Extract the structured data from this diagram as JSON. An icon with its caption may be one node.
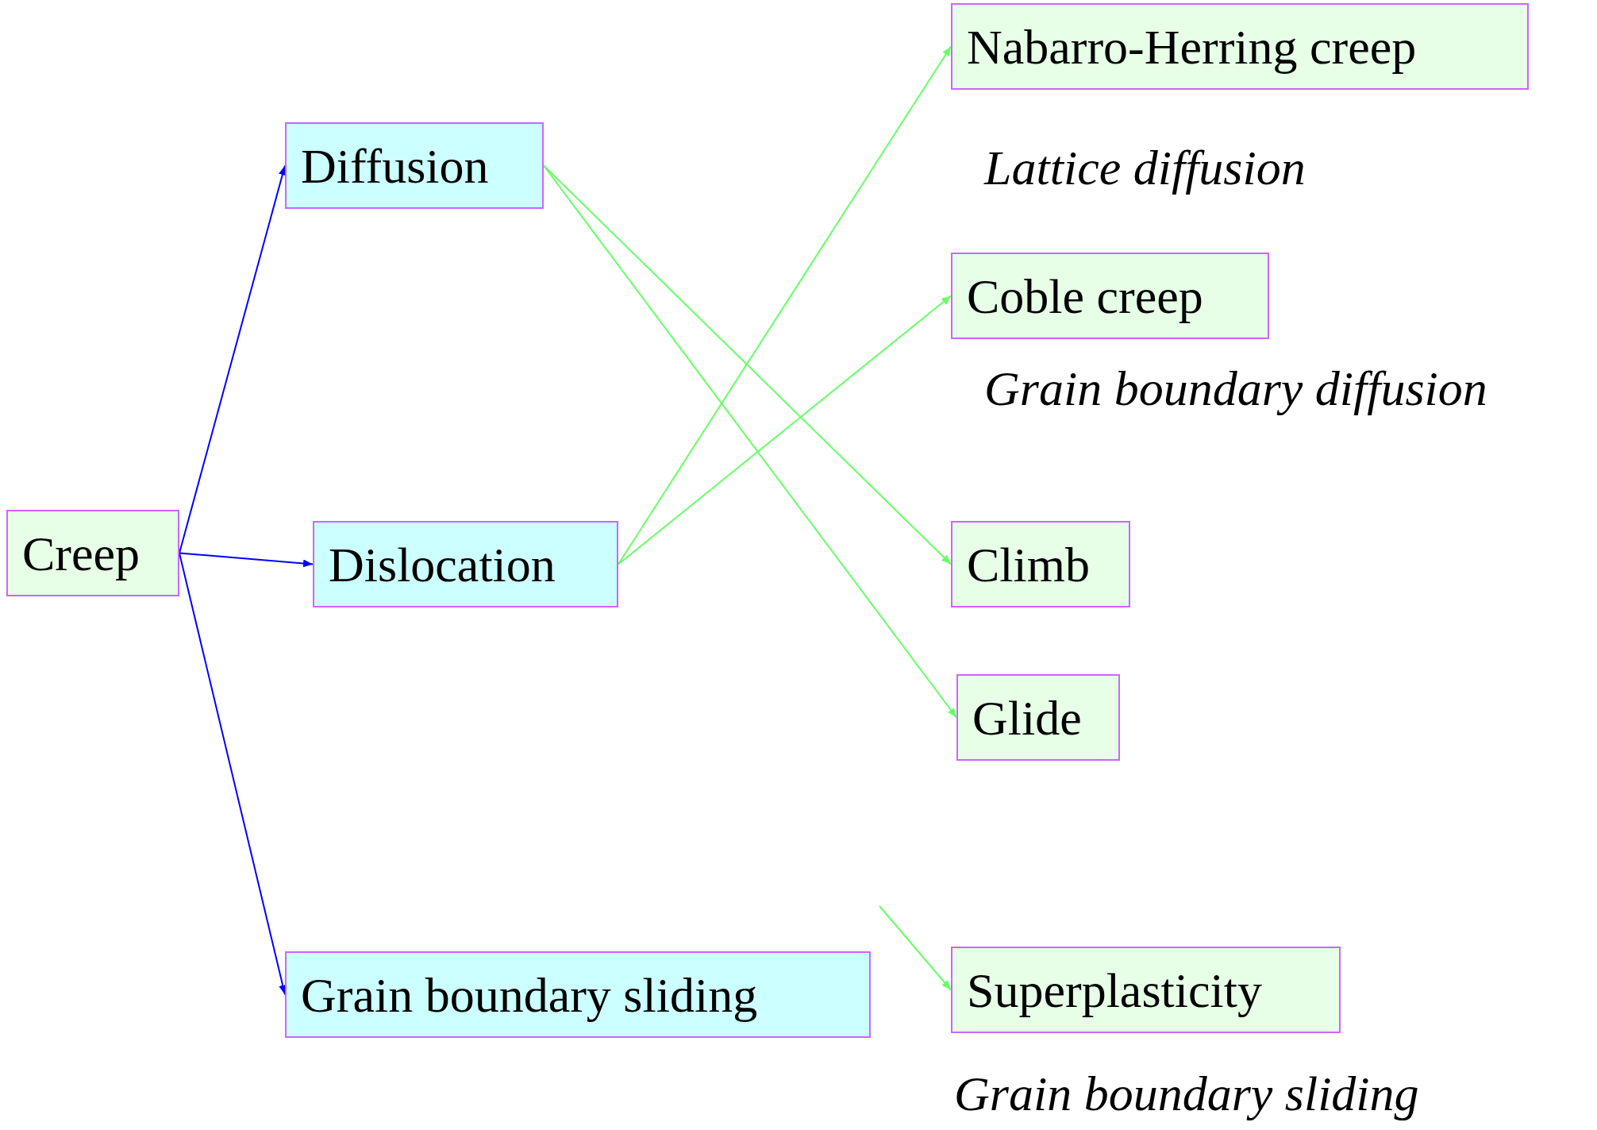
{
  "diagram": {
    "nodes": [
      {
        "text": [
          "Creep"
        ]
      },
      {
        "text": [
          "Diffusion"
        ]
      },
      {
        "text": [
          "Dislocation"
        ]
      },
      {
        "text": [
          "Grain boundary sliding"
        ]
      },
      {
        "text": [
          "Nabarro-Herring creep"
        ],
        "beside": [
          "Lattice diffusion"
        ]
      },
      {
        "text": [
          "Coble creep"
        ],
        "beside": [
          "Grain boundary diffusion"
        ]
      },
      {
        "text": [
          "Climb"
        ]
      },
      {
        "text": [
          "Glide"
        ]
      },
      {
        "text": [
          "Superplasticity"
        ],
        "beside": [
          "Grain boundary sliding"
        ]
      }
    ],
    "edges": [
      {
        "from": 0,
        "to": 1,
        "arrow": "to",
        "color": "#0000ff"
      },
      {
        "from": 0,
        "to": 2,
        "arrow": "to",
        "color": "#0000ff"
      },
      {
        "from": 0,
        "to": 3,
        "arrow": "to",
        "color": "#0000ff"
      },
      {
        "from": 1,
        "to": 6,
        "arrow": "to"
      },
      {
        "from": 1,
        "to": 7,
        "arrow": "to"
      },
      {
        "from": 2,
        "to": 4,
        "arrow": "to"
      },
      {
        "from": 2,
        "to": 5,
        "arrow": "to"
      },
      {
        "from": null,
        "to": 8,
        "arrow": "to"
      }
    ]
  }
}
